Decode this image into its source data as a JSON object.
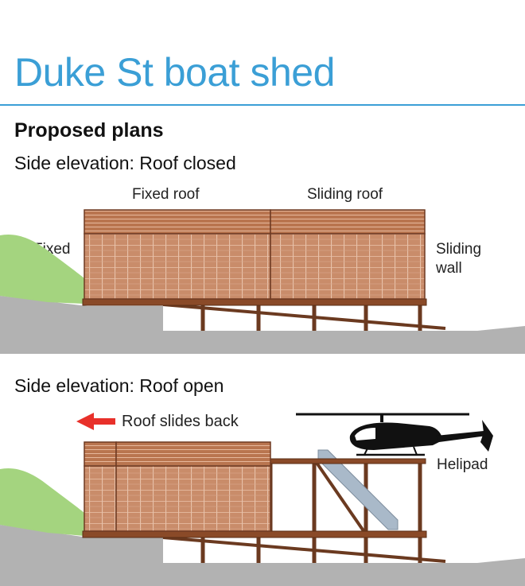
{
  "title": "Duke St boat shed",
  "subtitle": "Proposed plans",
  "colors": {
    "accent": "#3b9fd6",
    "wood": "#c08060",
    "wood_stroke": "#6e3a22",
    "frame": "#6b3a20",
    "ground": "#b0b0b0",
    "hill": "#9fd07a",
    "arrow": "#e8302a",
    "glass": "#a8b8c8"
  },
  "closed": {
    "heading": "Side elevation: Roof closed",
    "fixed_roof": "Fixed roof",
    "sliding_roof": "Sliding roof",
    "fixed_wall": "Fixed\nwall",
    "sliding_wall": "Sliding\nwall"
  },
  "open": {
    "heading": "Side elevation: Roof open",
    "roof_slides": "Roof slides back",
    "helipad": "Helipad",
    "arrow_icon": "arrow-left-icon",
    "helicopter_icon": "helicopter-icon"
  }
}
